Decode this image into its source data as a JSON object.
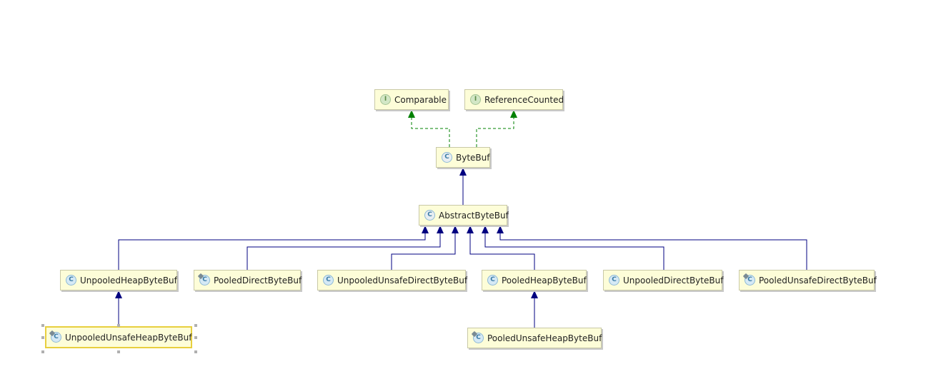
{
  "diagram": {
    "nodes": [
      {
        "id": "comparable",
        "label": "Comparable",
        "kind": "interface",
        "icon": "interface-icon"
      },
      {
        "id": "reference_counted",
        "label": "ReferenceCounted",
        "kind": "interface",
        "icon": "interface-icon"
      },
      {
        "id": "bytebuf",
        "label": "ByteBuf",
        "kind": "abstract-class",
        "icon": "abstract-class-icon"
      },
      {
        "id": "abstract_bytebuf",
        "label": "AbstractByteBuf",
        "kind": "abstract-class",
        "icon": "abstract-class-icon"
      },
      {
        "id": "unpooled_heap",
        "label": "UnpooledHeapByteBuf",
        "kind": "class",
        "icon": "class-icon"
      },
      {
        "id": "pooled_direct",
        "label": "PooledDirectByteBuf",
        "kind": "final-class",
        "icon": "final-class-icon"
      },
      {
        "id": "unpooled_unsafe_direct",
        "label": "UnpooledUnsafeDirectByteBuf",
        "kind": "class",
        "icon": "class-icon"
      },
      {
        "id": "pooled_heap",
        "label": "PooledHeapByteBuf",
        "kind": "class",
        "icon": "class-icon"
      },
      {
        "id": "unpooled_direct",
        "label": "UnpooledDirectByteBuf",
        "kind": "class",
        "icon": "class-icon"
      },
      {
        "id": "pooled_unsafe_direct",
        "label": "PooledUnsafeDirectByteBuf",
        "kind": "final-class",
        "icon": "final-class-icon"
      },
      {
        "id": "unpooled_unsafe_heap",
        "label": "UnpooledUnsafeHeapByteBuf",
        "kind": "final-class",
        "icon": "final-class-icon",
        "selected": true
      },
      {
        "id": "pooled_unsafe_heap",
        "label": "PooledUnsafeHeapByteBuf",
        "kind": "final-class",
        "icon": "final-class-icon"
      }
    ],
    "edges": [
      {
        "from": "bytebuf",
        "to": "comparable",
        "type": "implements"
      },
      {
        "from": "bytebuf",
        "to": "reference_counted",
        "type": "implements"
      },
      {
        "from": "abstract_bytebuf",
        "to": "bytebuf",
        "type": "extends"
      },
      {
        "from": "unpooled_heap",
        "to": "abstract_bytebuf",
        "type": "extends"
      },
      {
        "from": "pooled_direct",
        "to": "abstract_bytebuf",
        "type": "extends"
      },
      {
        "from": "unpooled_unsafe_direct",
        "to": "abstract_bytebuf",
        "type": "extends"
      },
      {
        "from": "pooled_heap",
        "to": "abstract_bytebuf",
        "type": "extends"
      },
      {
        "from": "unpooled_direct",
        "to": "abstract_bytebuf",
        "type": "extends"
      },
      {
        "from": "pooled_unsafe_direct",
        "to": "abstract_bytebuf",
        "type": "extends"
      },
      {
        "from": "unpooled_unsafe_heap",
        "to": "unpooled_heap",
        "type": "extends"
      },
      {
        "from": "pooled_unsafe_heap",
        "to": "pooled_heap",
        "type": "extends"
      }
    ],
    "colors": {
      "extends": "#000080",
      "implements": "#008000",
      "node_fill": "#fdfdd8",
      "selection": "#e8cf3f"
    }
  }
}
